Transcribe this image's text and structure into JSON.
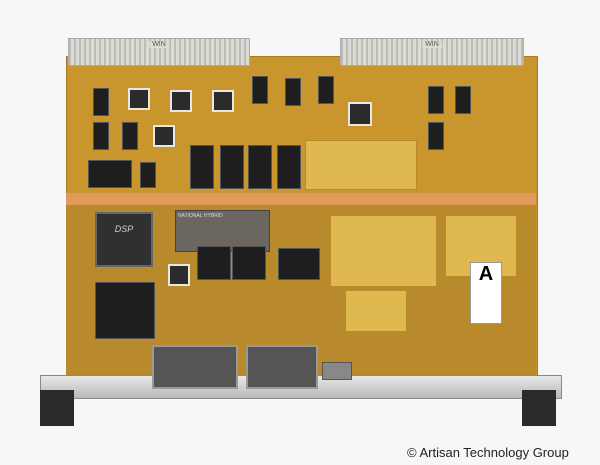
{
  "photo": {
    "subject": "vme-circuit-board",
    "connector_label": "WIN",
    "dsp_label": "DSP",
    "hybrid_label": "NATIONAL HYBRID",
    "logo_letter": "A"
  },
  "watermark": {
    "text": "© Artisan Technology Group"
  },
  "colors": {
    "pcb": "#c9962e",
    "band": "#e29a5a",
    "background": "#f7f7f7"
  }
}
